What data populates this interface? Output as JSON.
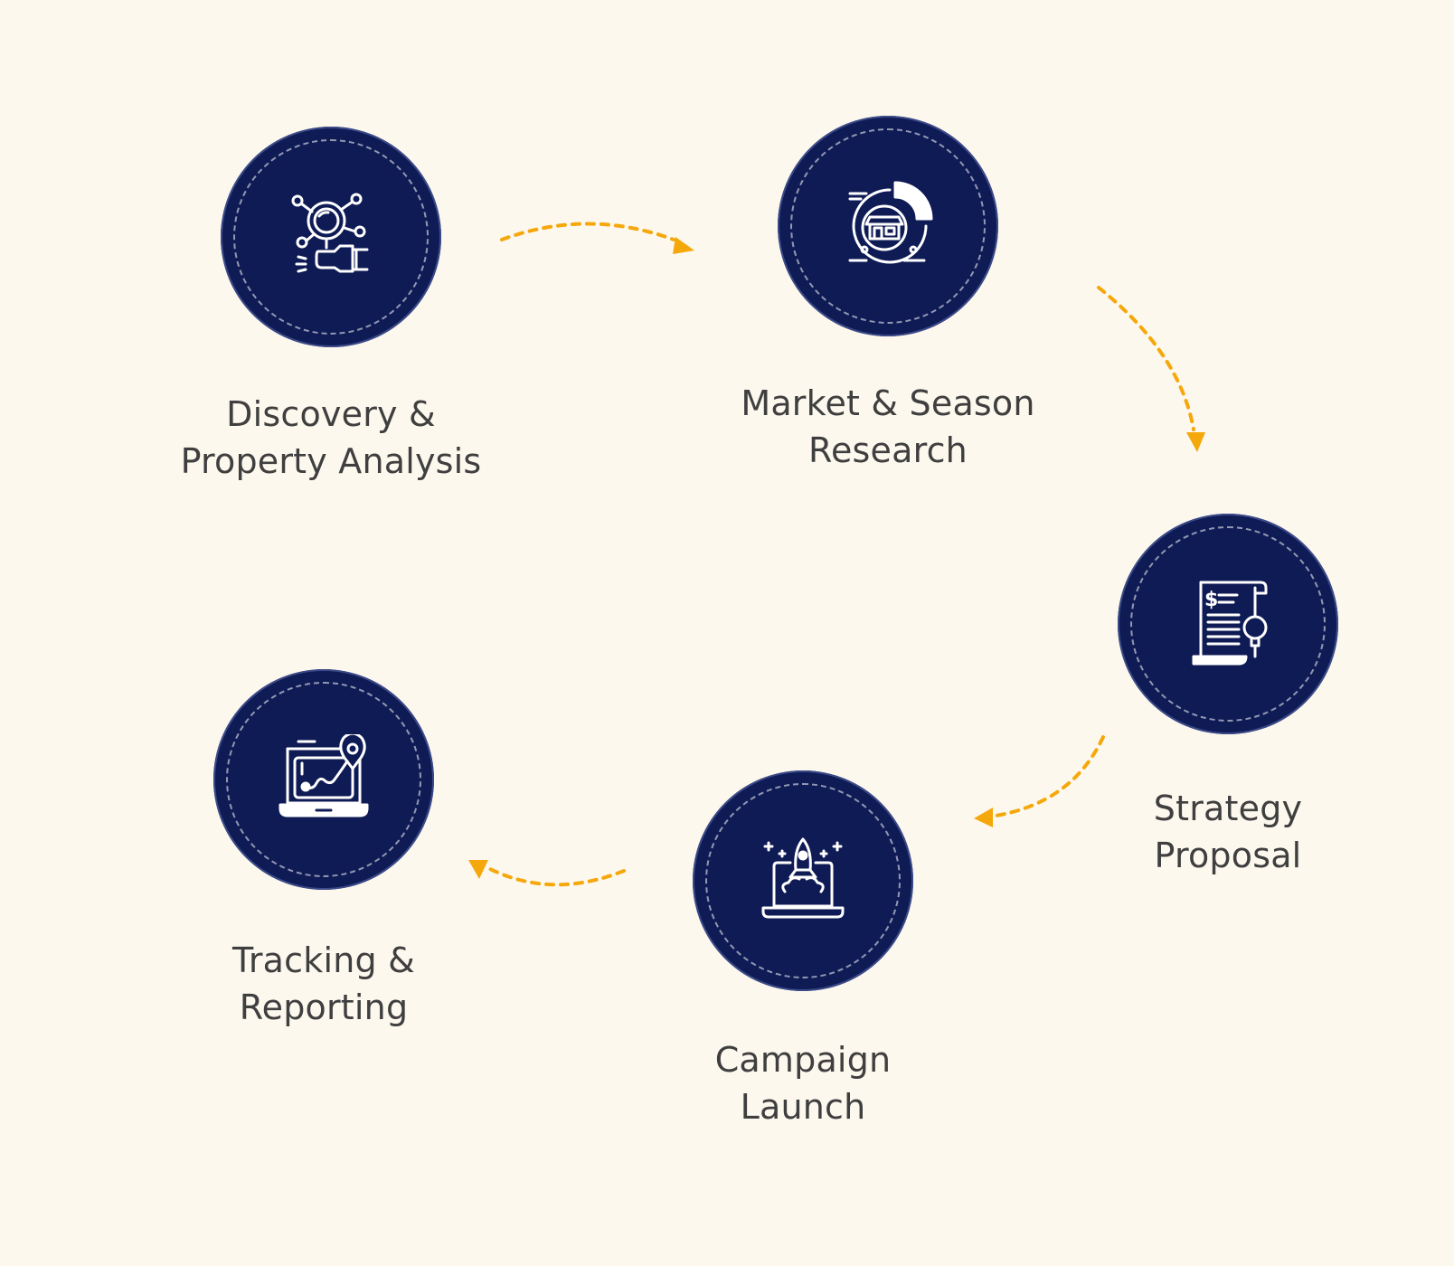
{
  "colors": {
    "background": "#fdf8ee",
    "circle_fill": "#0f1b55",
    "arrow": "#f5a80c",
    "label_text": "#3f3f3f"
  },
  "steps": [
    {
      "id": "discovery",
      "icon": "magnifier-network-hand-icon",
      "label_lines": [
        "Discovery &",
        "Property Analysis"
      ]
    },
    {
      "id": "market",
      "icon": "storefront-pie-chart-icon",
      "label_lines": [
        "Market & Season",
        "Research"
      ]
    },
    {
      "id": "strategy",
      "icon": "dollar-document-lightbulb-icon",
      "label_lines": [
        "Strategy",
        "Proposal"
      ]
    },
    {
      "id": "campaign",
      "icon": "laptop-rocket-icon",
      "label_lines": [
        "Campaign",
        "Launch"
      ]
    },
    {
      "id": "tracking",
      "icon": "laptop-location-route-icon",
      "label_lines": [
        "Tracking &",
        "Reporting"
      ]
    }
  ]
}
